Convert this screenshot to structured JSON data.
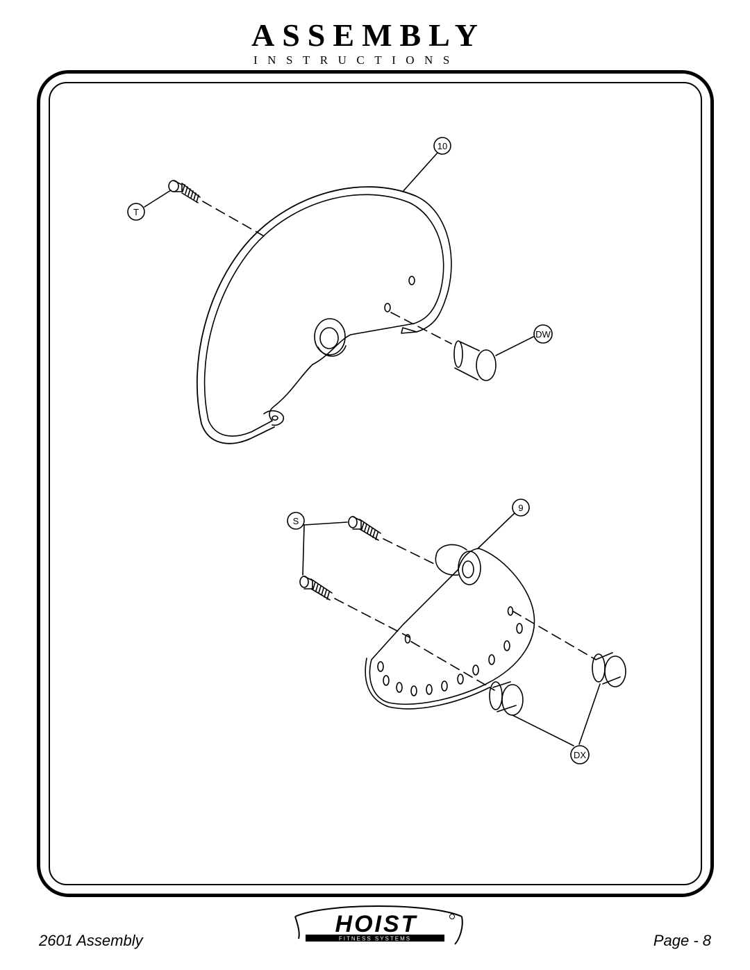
{
  "header": {
    "title": "ASSEMBLY",
    "subtitle": "INSTRUCTIONS"
  },
  "callouts": {
    "part_10": "10",
    "part_t": "T",
    "part_dw": "DW",
    "part_9": "9",
    "part_s": "S",
    "part_dx": "DX"
  },
  "logo": {
    "brand": "HOIST",
    "tagline": "FITNESS SYSTEMS"
  },
  "footer": {
    "left": "2601 Assembly",
    "right": "Page - 8"
  }
}
